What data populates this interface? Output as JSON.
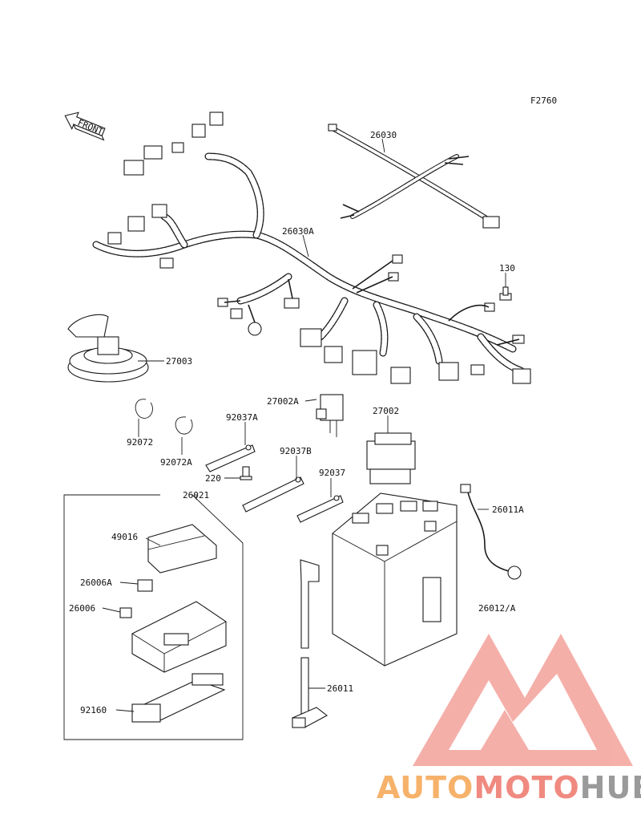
{
  "figure_code": "F2760",
  "front_label": "FRONT",
  "parts": {
    "p26030": "26030",
    "p26030A": "26030A",
    "p130": "130",
    "p27003": "27003",
    "p27002A": "27002A",
    "p27002": "27002",
    "p92037A": "92037A",
    "p92037B": "92037B",
    "p92037": "92037",
    "p92072": "92072",
    "p92072A": "92072A",
    "p220": "220",
    "p26021": "26021",
    "p49016": "49016",
    "p26006A": "26006A",
    "p26006": "26006",
    "p92160": "92160",
    "p26011A": "26011A",
    "p26012A": "26012/A",
    "p26011": "26011"
  },
  "watermark": {
    "part1": "AUTO",
    "part2": "MOTO",
    "part3": "HUB",
    "color1": "#f6b26b",
    "color2": "#f08a80",
    "color3": "#9a9a9a",
    "logo_color": "#f28b82"
  }
}
